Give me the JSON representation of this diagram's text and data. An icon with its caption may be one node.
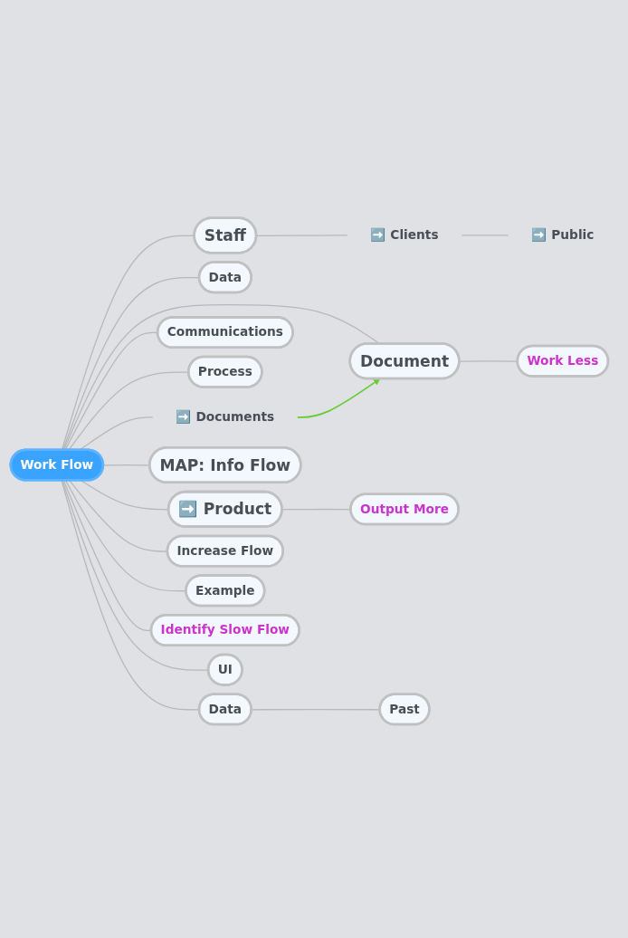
{
  "diagram": {
    "nodes": [
      {
        "text": [
          "Work Flow"
        ]
      },
      {
        "text": [
          "Staff"
        ]
      },
      {
        "text": [
          "➡️ Clients"
        ]
      },
      {
        "text": [
          "➡️ Public"
        ]
      },
      {
        "text": [
          "Data"
        ]
      },
      {
        "text": [
          "➡️ Documents"
        ]
      },
      {
        "text": [
          "Communications"
        ]
      },
      {
        "text": [
          "Process"
        ]
      },
      {
        "text": [
          "Document"
        ]
      },
      {
        "text": [
          "Work Less"
        ]
      },
      {
        "text": [
          "➡️ Product"
        ]
      },
      {
        "text": [
          "Output More"
        ]
      },
      {
        "text": [
          "MAP: Info Flow"
        ]
      },
      {
        "text": [
          "Data"
        ]
      },
      {
        "text": [
          "Past"
        ]
      },
      {
        "text": [
          "Increase Flow"
        ]
      },
      {
        "text": [
          "Example"
        ]
      },
      {
        "text": [
          "Identify Slow Flow"
        ]
      },
      {
        "text": [
          "UI"
        ]
      }
    ],
    "edges": [
      {
        "from": 0,
        "to": 1,
        "arrow": "none"
      },
      {
        "from": 1,
        "to": 2,
        "arrow": "none"
      },
      {
        "from": 2,
        "to": 3,
        "arrow": "none"
      },
      {
        "from": 0,
        "to": 4,
        "arrow": "none"
      },
      {
        "from": 0,
        "to": 5,
        "arrow": "none"
      },
      {
        "from": 0,
        "to": 6,
        "arrow": "none"
      },
      {
        "from": 0,
        "to": 7,
        "arrow": "none"
      },
      {
        "from": 0,
        "to": 8,
        "arrow": "none"
      },
      {
        "from": 8,
        "to": 9,
        "arrow": "none"
      },
      {
        "from": 0,
        "to": 10,
        "arrow": "none"
      },
      {
        "from": 10,
        "to": 11,
        "arrow": "none"
      },
      {
        "from": 0,
        "to": 12,
        "arrow": "none"
      },
      {
        "from": 0,
        "to": 13,
        "arrow": "none"
      },
      {
        "from": 13,
        "to": 14,
        "arrow": "none"
      },
      {
        "from": 0,
        "to": 15,
        "arrow": "none"
      },
      {
        "from": 0,
        "to": 16,
        "arrow": "none"
      },
      {
        "from": 0,
        "to": 17,
        "arrow": "none"
      },
      {
        "from": 0,
        "to": 18,
        "arrow": "none"
      },
      {
        "from": 5,
        "to": 8,
        "arrow": "to",
        "color": "#66cc33"
      }
    ]
  }
}
